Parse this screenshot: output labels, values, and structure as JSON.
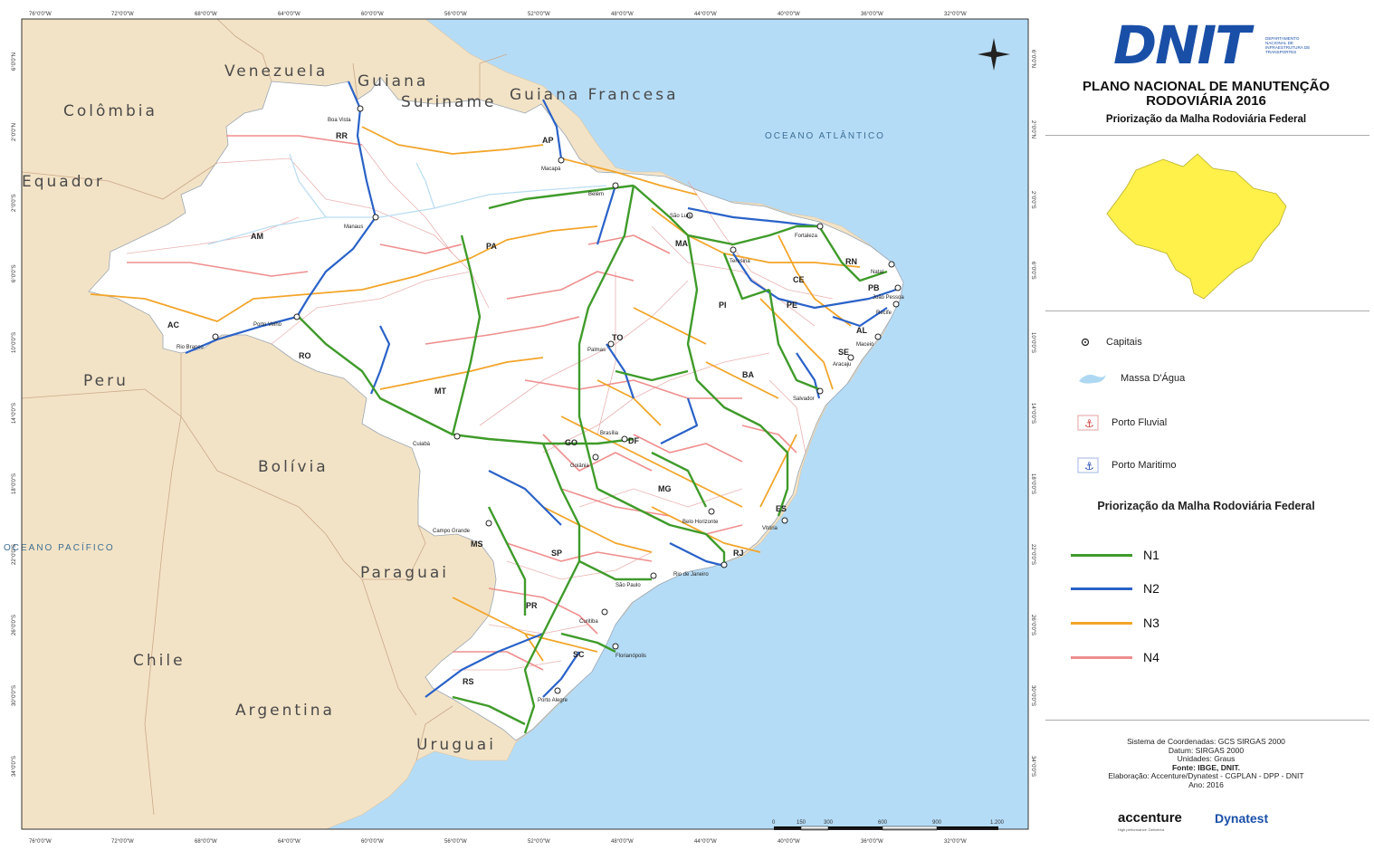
{
  "colors": {
    "ocean": "#b5dcf7",
    "land_foreign": "#f3e3c6",
    "land_brazil": "#ffffff",
    "n1": "#3f9b2a",
    "n2": "#2a62c8",
    "n3": "#f2a52a",
    "n4": "#ef8e8e",
    "locator": "#fff14a"
  },
  "map": {
    "countries": [
      "Venezuela",
      "Guiana",
      "Suriname",
      "Guiana Francesa",
      "Colômbia",
      "Equador",
      "Peru",
      "Bolívia",
      "Paraguai",
      "Chile",
      "Argentina",
      "Uruguai"
    ],
    "oceans": [
      "OCEANO ATLÂNTICO",
      "OCEANO PACÍFICO"
    ],
    "states": [
      "RR",
      "AP",
      "AM",
      "PA",
      "MA",
      "CE",
      "RN",
      "PB",
      "PE",
      "AL",
      "SE",
      "PI",
      "AC",
      "RO",
      "TO",
      "BA",
      "MT",
      "GO",
      "DF",
      "MG",
      "ES",
      "MS",
      "SP",
      "RJ",
      "PR",
      "SC",
      "RS"
    ],
    "cities": [
      "Boa Vista",
      "Macapá",
      "Belém",
      "Manaus",
      "São Luís",
      "Teresina",
      "Fortaleza",
      "Natal",
      "João Pessoa",
      "Recife",
      "Maceió",
      "Aracaju",
      "Salvador",
      "Palmas",
      "Porto Velho",
      "Rio Branco",
      "Cuiabá",
      "Goiânia",
      "Brasília",
      "Campo Grande",
      "Belo Horizonte",
      "Vitória",
      "Rio de Janeiro",
      "São Paulo",
      "Curitiba",
      "Florianópolis",
      "Porto Alegre"
    ],
    "top_coords": [
      "76°0'0\"W",
      "72°0'0\"W",
      "68°0'0\"W",
      "64°0'0\"W",
      "60°0'0\"W",
      "56°0'0\"W",
      "52°0'0\"W",
      "48°0'0\"W",
      "44°0'0\"W",
      "40°0'0\"W",
      "36°0'0\"W",
      "32°0'0\"W"
    ],
    "left_coords": [
      "6°0'0\"N",
      "2°0'0\"N",
      "2°0'0\"S",
      "6°0'0\"S",
      "10°0'0\"S",
      "14°0'0\"S",
      "18°0'0\"S",
      "22°0'0\"S",
      "26°0'0\"S",
      "30°0'0\"S",
      "34°0'0\"S"
    ],
    "scale_labels": [
      "0",
      "150",
      "300",
      "600",
      "900",
      "1.200"
    ]
  },
  "panel": {
    "logo": "DNIT",
    "logo_sub": "DEPARTAMENTO NACIONAL DE INFRAESTRUTURA DE TRANSPORTES",
    "title": "PLANO NACIONAL DE MANUTENÇÃO RODOVIÁRIA 2016",
    "subtitle": "Priorização da Malha Rodoviária Federal",
    "legend": {
      "symbols": [
        {
          "icon": "capital-icon",
          "label": "Capitais"
        },
        {
          "icon": "water-icon",
          "label": "Massa D'Água"
        },
        {
          "icon": "anchor-fluvial-icon",
          "label": "Porto Fluvial"
        },
        {
          "icon": "anchor-maritime-icon",
          "label": "Porto Maritimo"
        }
      ],
      "title": "Priorização da Malha Rodoviária Federal",
      "lines": [
        {
          "label": "N1",
          "color": "#3f9b2a"
        },
        {
          "label": "N2",
          "color": "#2a62c8"
        },
        {
          "label": "N3",
          "color": "#f2a52a"
        },
        {
          "label": "N4",
          "color": "#ef8e8e"
        }
      ]
    },
    "credits": {
      "line1": "Sistema de Coordenadas: GCS SIRGAS 2000",
      "line2": "Datum: SIRGAS 2000",
      "line3": "Unidades: Graus",
      "line4": "Fonte: IBGE, DNIT.",
      "line5": "Elaboração: Accenture/Dynatest - CGPLAN - DPP - DNIT",
      "line6": "Ano: 2016"
    },
    "accenture": "accenture",
    "accenture_tag": "High performance. Delivered.",
    "dynatest": "Dynatest"
  }
}
